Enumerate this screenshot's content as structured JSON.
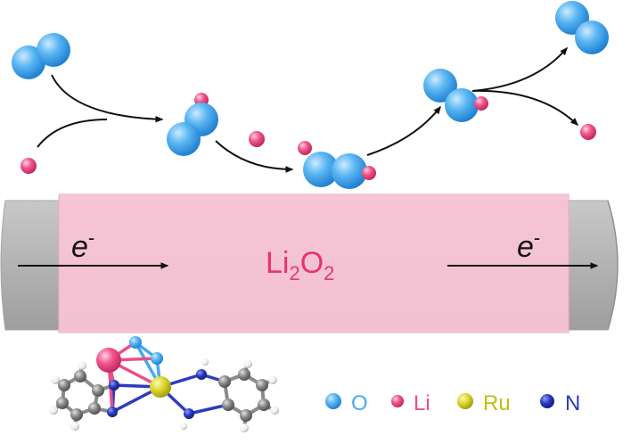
{
  "labels": {
    "electron_left": "e",
    "electron_left_sup": "-",
    "electron_right": "e",
    "electron_right_sup": "-",
    "product_li": "Li",
    "product_sub1": "2",
    "product_o": "O",
    "product_sub2": "2"
  },
  "legend": [
    {
      "symbol": "O",
      "color": "#45aaf0"
    },
    {
      "symbol": "Li",
      "color": "#ee4d85"
    },
    {
      "symbol": "Ru",
      "color": "#d8d424"
    },
    {
      "symbol": "N",
      "color": "#2c3cc0"
    }
  ],
  "colors": {
    "oxygen": "#45aaf0",
    "lithium": "#ee4d85",
    "ruthenium": "#d8d424",
    "nitrogen": "#2c3cc0",
    "carbon": "#8a8a8a",
    "hydrogen": "#f2f2f2",
    "rod_gray": "#b5b5b5",
    "overlay_pink": "#f7c4d6",
    "text_pink": "#e8336f"
  }
}
